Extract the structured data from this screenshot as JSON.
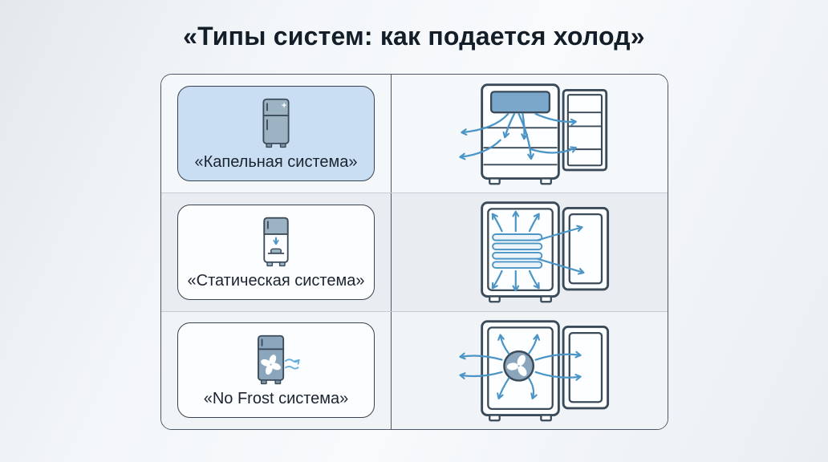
{
  "page": {
    "title": "«Типы систем: как подается холод»"
  },
  "colors": {
    "title_text": "#141e29",
    "table_border": "#4d5864",
    "row_divider": "#c6ccd3",
    "row_bg_1": "#f4f8fa",
    "row_bg_2": "#e9edf1",
    "row_bg_3": "#f1f4f7",
    "card_highlight_bg": "#c9ddf3",
    "card_default_bg": "#fbfdfe",
    "card_border": "#39434f",
    "fridge_fill": "#9cb3c4",
    "fridge_fill_dark": "#8ba6bc",
    "evaporator_fill": "#7ba8ca",
    "outline_dark": "#3a4a59",
    "arrow_blue": "#4a94c6",
    "airflow_light_blue": "#66aedd"
  },
  "table": {
    "rows": [
      {
        "label": "«Капельная система»",
        "icon": "two-door-fridge-icon",
        "diagram_icon": "fridge-top-evaporator-downward-airflow-diagram",
        "highlighted": true
      },
      {
        "label": "«Статическая система»",
        "icon": "static-fridge-tray-icon",
        "diagram_icon": "fridge-rear-coil-vertical-airflow-diagram",
        "highlighted": false
      },
      {
        "label": "«No Frost система»",
        "icon": "fan-fridge-icon",
        "diagram_icon": "fridge-fan-radial-airflow-diagram",
        "highlighted": false
      }
    ]
  }
}
